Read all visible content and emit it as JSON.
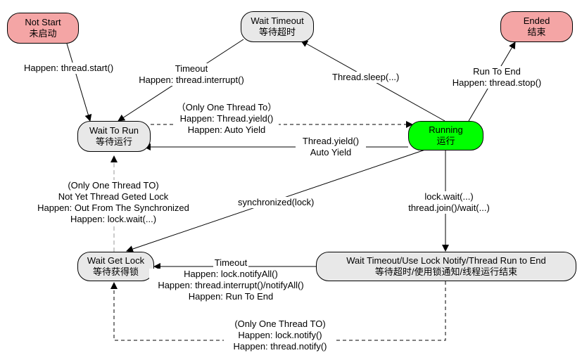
{
  "colors": {
    "start_end_fill": "#f4a5a5",
    "state_fill": "#e8e8e8",
    "running_fill": "#00ff00",
    "line": "#000000",
    "dashed_line": "#999999"
  },
  "nodes": {
    "not_start": {
      "line1": "Not Start",
      "line2": "未启动"
    },
    "wait_timeout": {
      "line1": "Wait Timeout",
      "line2": "等待超时"
    },
    "ended": {
      "line1": "Ended",
      "line2": "结束"
    },
    "wait_to_run": {
      "line1": "Wait To Run",
      "line2": "等待运行"
    },
    "running": {
      "line1": "Running",
      "line2": "运行"
    },
    "wait_get_lock": {
      "line1": "Wait Get Lock",
      "line2": "等待获得锁"
    },
    "wait_notify": {
      "line1": "Wait Timeout/Use Lock Notify/Thread Run to End",
      "line2": "等待超时/使用锁通知/线程运行结束"
    }
  },
  "edges": {
    "start": [
      "Happen: thread.start()"
    ],
    "timeout_to_run": [
      "Timeout",
      "Happen: thread.interrupt()"
    ],
    "sleep": [
      "Thread.sleep(...)"
    ],
    "stop": [
      "Run To End",
      "Happen: thread.stop()"
    ],
    "yield_to_running": [
      "（Only One Thread To）",
      "Happen: Thread.yield()",
      "Happen: Auto Yield"
    ],
    "yield_back": [
      "Thread.yield()",
      "Auto Yield"
    ],
    "lock_to_run": [
      "(Only One Thread TO)",
      "Not Yet Thread Geted Lock",
      "Happen: Out From The Synchronized",
      "Happen: lock.wait(...)"
    ],
    "synchronized": [
      "synchronized(lock)"
    ],
    "lock_wait": [
      "lock.wait(...)",
      "thread.join()/wait(...)"
    ],
    "notify_all": [
      "Timeout",
      "Happen: lock.notifyAll()",
      "Happen: thread.interrupt()/notifyAll()",
      "Happen: Run To End"
    ],
    "notify_one": [
      "(Only One Thread TO)",
      "Happen: lock.notify()",
      "Happen: thread.notify()"
    ]
  }
}
